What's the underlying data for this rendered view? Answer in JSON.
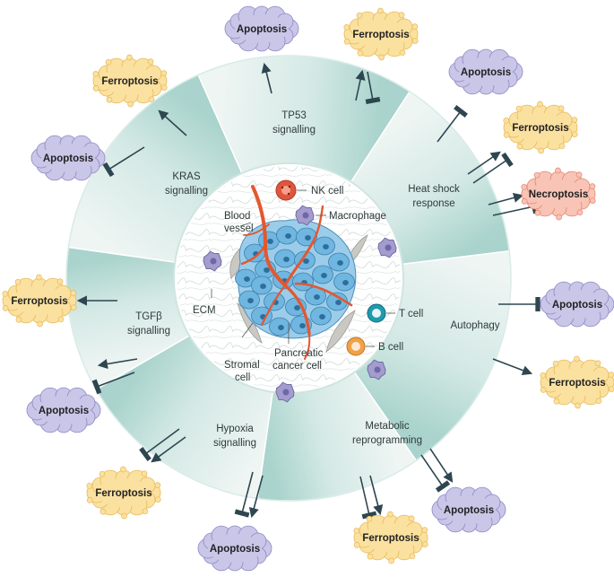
{
  "colors": {
    "ring_light": "#eef5f3",
    "ring_dark": "#a9d3cc",
    "ring_edge": "#d4e9e5",
    "arrow": "#2e4650",
    "apoptosis_fill": "#c9c6e8",
    "apoptosis_edge": "#8e88c4",
    "ferroptosis_fill": "#fbe1a0",
    "ferroptosis_edge": "#e8b957",
    "necroptosis_fill": "#f8c4b6",
    "necroptosis_edge": "#e3866f",
    "vessel": "#e4572e",
    "cancer_cell": "#6fb6e0",
    "nk_cell": "#e0553c",
    "t_cell": "#1f9bb0",
    "b_cell": "#f1a04b",
    "macrophage": "#a39ccd",
    "stromal_cell": "#c9c8c3"
  },
  "segments": [
    {
      "id": "tp53",
      "lines": [
        "TP53",
        "signalling"
      ]
    },
    {
      "id": "heat-shock",
      "lines": [
        "Heat shock",
        "response"
      ]
    },
    {
      "id": "autophagy",
      "lines": [
        "Autophagy"
      ]
    },
    {
      "id": "metabolic",
      "lines": [
        "Metabolic",
        "reprogramming"
      ]
    },
    {
      "id": "hypoxia",
      "lines": [
        "Hypoxia",
        "signalling"
      ]
    },
    {
      "id": "tgfb",
      "lines": [
        "TGFβ",
        "signalling"
      ]
    },
    {
      "id": "kras",
      "lines": [
        "KRAS",
        "signalling"
      ]
    }
  ],
  "center_labels": {
    "nk_cell": "NK cell",
    "macrophage": "Macrophage",
    "blood_vessel": [
      "Blood",
      "vessel"
    ],
    "ecm": "ECM",
    "t_cell": "T cell",
    "b_cell": "B cell",
    "stromal_cell": [
      "Stromal",
      "cell"
    ],
    "pancreatic_cancer_cell": [
      "Pancreatic",
      "cancer cell"
    ]
  },
  "outcomes": [
    {
      "type": "apoptosis",
      "label": "Apoptosis",
      "segment": "tp53"
    },
    {
      "type": "ferroptosis",
      "label": "Ferroptosis",
      "segment": "tp53"
    },
    {
      "type": "apoptosis",
      "label": "Apoptosis",
      "segment": "heat-shock"
    },
    {
      "type": "ferroptosis",
      "label": "Ferroptosis",
      "segment": "heat-shock"
    },
    {
      "type": "necroptosis",
      "label": "Necroptosis",
      "segment": "heat-shock"
    },
    {
      "type": "apoptosis",
      "label": "Apoptosis",
      "segment": "autophagy"
    },
    {
      "type": "ferroptosis",
      "label": "Ferroptosis",
      "segment": "autophagy"
    },
    {
      "type": "apoptosis",
      "label": "Apoptosis",
      "segment": "metabolic"
    },
    {
      "type": "ferroptosis",
      "label": "Ferroptosis",
      "segment": "metabolic"
    },
    {
      "type": "apoptosis",
      "label": "Apoptosis",
      "segment": "hypoxia"
    },
    {
      "type": "ferroptosis",
      "label": "Ferroptosis",
      "segment": "hypoxia"
    },
    {
      "type": "apoptosis",
      "label": "Apoptosis",
      "segment": "tgfb"
    },
    {
      "type": "ferroptosis",
      "label": "Ferroptosis",
      "segment": "tgfb"
    },
    {
      "type": "apoptosis",
      "label": "Apoptosis",
      "segment": "kras"
    },
    {
      "type": "ferroptosis",
      "label": "Ferroptosis",
      "segment": "kras"
    }
  ],
  "relations": [
    {
      "segment": "tp53",
      "target": "Apoptosis",
      "kind": "promote"
    },
    {
      "segment": "tp53",
      "target": "Ferroptosis",
      "kind": "promote+inhibit"
    },
    {
      "segment": "heat-shock",
      "target": "Apoptosis",
      "kind": "inhibit"
    },
    {
      "segment": "heat-shock",
      "target": "Ferroptosis",
      "kind": "promote+inhibit"
    },
    {
      "segment": "heat-shock",
      "target": "Necroptosis",
      "kind": "promote+inhibit"
    },
    {
      "segment": "autophagy",
      "target": "Apoptosis",
      "kind": "inhibit"
    },
    {
      "segment": "autophagy",
      "target": "Ferroptosis",
      "kind": "promote"
    },
    {
      "segment": "metabolic",
      "target": "Apoptosis",
      "kind": "promote+inhibit"
    },
    {
      "segment": "metabolic",
      "target": "Ferroptosis",
      "kind": "promote+inhibit"
    },
    {
      "segment": "hypoxia",
      "target": "Apoptosis",
      "kind": "promote+inhibit"
    },
    {
      "segment": "hypoxia",
      "target": "Ferroptosis",
      "kind": "promote+inhibit"
    },
    {
      "segment": "tgfb",
      "target": "Apoptosis",
      "kind": "promote+inhibit"
    },
    {
      "segment": "tgfb",
      "target": "Ferroptosis",
      "kind": "promote"
    },
    {
      "segment": "kras",
      "target": "Apoptosis",
      "kind": "inhibit"
    },
    {
      "segment": "kras",
      "target": "Ferroptosis",
      "kind": "promote"
    }
  ]
}
